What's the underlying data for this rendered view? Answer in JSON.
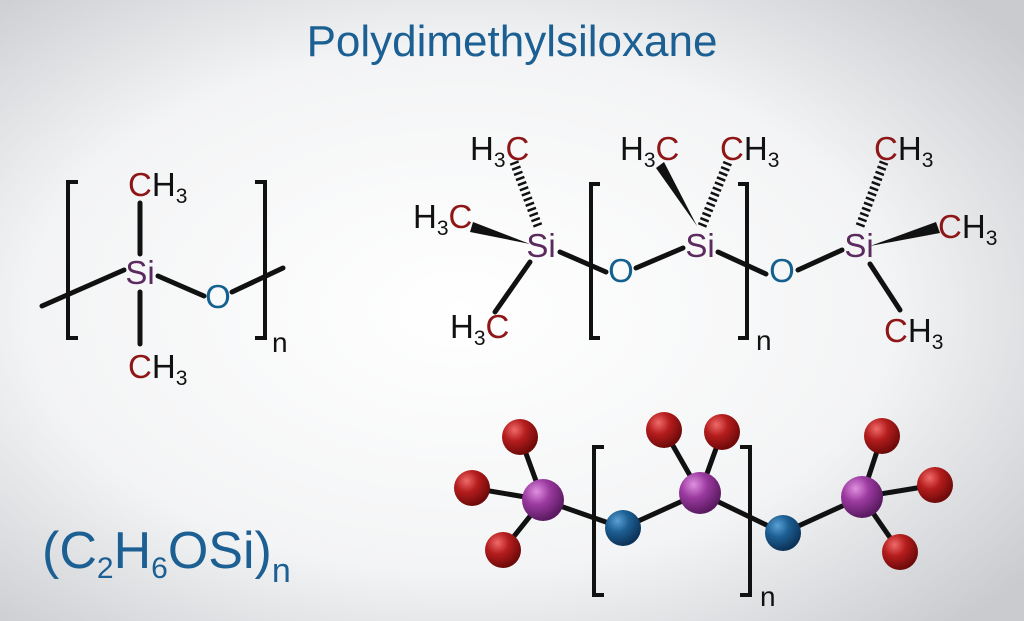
{
  "title": "Polydimethylsiloxane",
  "atoms": {
    "C": "C",
    "H": "H",
    "Si": "Si",
    "O": "O",
    "sub3": "3",
    "n": "n"
  },
  "formula": {
    "open": "(",
    "c": "C",
    "c_sub": "2",
    "h": "H",
    "h_sub": "6",
    "rest": "OSi",
    "close": ")",
    "n": "n"
  },
  "colors": {
    "title": "#1c5f93",
    "carbon": "#8e1616",
    "silicon": "#5b2a5e",
    "oxygen": "#14608f",
    "ball_carbon": "#b01a1a",
    "ball_silicon": "#9b3aa0",
    "ball_oxygen": "#1d5f93"
  }
}
